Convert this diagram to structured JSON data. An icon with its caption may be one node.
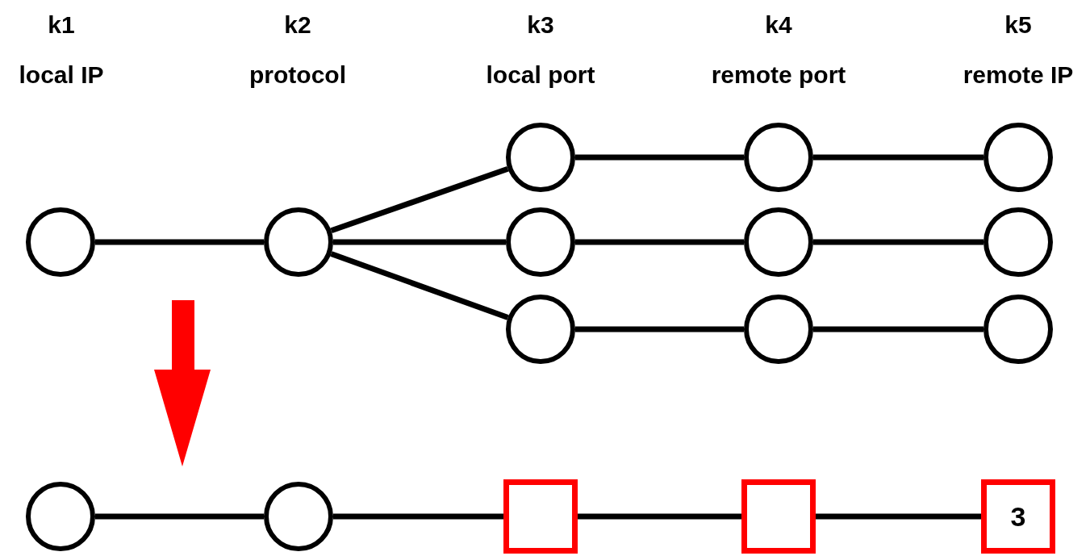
{
  "diagram": {
    "nodes": [
      {
        "text": [],
        "shape": "circle"
      },
      {
        "text": [],
        "shape": "circle"
      },
      {
        "text": [],
        "shape": "circle"
      },
      {
        "text": [],
        "shape": "circle"
      },
      {
        "text": [],
        "shape": "circle"
      },
      {
        "text": [],
        "shape": "circle"
      },
      {
        "text": [],
        "shape": "circle"
      },
      {
        "text": [],
        "shape": "circle"
      },
      {
        "text": [],
        "shape": "circle"
      },
      {
        "text": [],
        "shape": "circle"
      },
      {
        "text": [],
        "shape": "circle"
      },
      {
        "text": [],
        "shape": "circle"
      },
      {
        "text": [],
        "shape": "circle"
      },
      {
        "text": [],
        "shape": "box"
      },
      {
        "text": [],
        "shape": "box"
      },
      {
        "text": [
          "3"
        ]
      }
    ],
    "edges": [
      {
        "from": 0,
        "to": 1,
        "arrow": "none"
      },
      {
        "from": 1,
        "to": 2,
        "arrow": "none"
      },
      {
        "from": 1,
        "to": 3,
        "arrow": "none"
      },
      {
        "from": 1,
        "to": 4,
        "arrow": "none"
      },
      {
        "from": 2,
        "to": 5,
        "arrow": "none"
      },
      {
        "from": 3,
        "to": 6,
        "arrow": "none"
      },
      {
        "from": 4,
        "to": 7,
        "arrow": "none"
      },
      {
        "from": 5,
        "to": 8,
        "arrow": "none"
      },
      {
        "from": 6,
        "to": 9,
        "arrow": "none"
      },
      {
        "from": 7,
        "to": 10,
        "arrow": "none"
      },
      {
        "from": 11,
        "to": 12,
        "arrow": "none"
      },
      {
        "from": 12,
        "to": 13,
        "arrow": "none"
      },
      {
        "from": 13,
        "to": 14,
        "arrow": "none"
      },
      {
        "from": 14,
        "to": 15,
        "arrow": "none"
      }
    ],
    "labels": [
      "k1",
      "k2",
      "k3",
      "k4",
      "k5",
      "local IP",
      "protocol",
      "local port",
      "remote port",
      "remote IP"
    ]
  }
}
